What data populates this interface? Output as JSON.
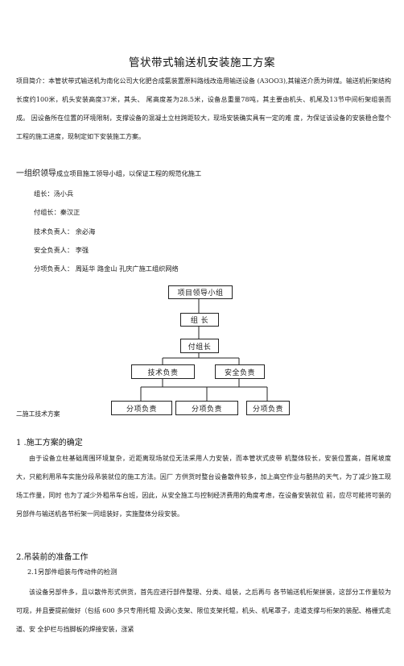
{
  "title": "管状带式输送机安装施工方案",
  "intro": "项目简介：本管状带式输送机为南化公司大化肥合成氨装置原料路线改造用输送设备  (A3OO3),其输送介质为碎煤。输送机桁架结构长度约100米，机头安装高度37米，其头、 尾高度差为28.5米，设备总重量78吨，其主要由机头、机尾及13节中间桁架组装而成。 因设备所在位置的环境限制，支撑设备的混凝土立柱跨距较大，现场安装确实具有一定的难  度，为保证该设备的安装稳合整个工程的施工进度，现制定如下安装施工方案。",
  "section1": {
    "heading_large": "一组织领导",
    "heading_rest": "成立项目施工领导小组，以保证工程的规范化施工",
    "lines": [
      "组长：汤小兵",
      "付组长：秦汉正",
      "技术负责人：    余必海",
      "安全负责人：    李强",
      "分项负责人：    周延华  路金山  孔庆广施工组织网络"
    ]
  },
  "org_chart": {
    "root": "项目领导小组",
    "leader": "组    长",
    "deputy": "付组长",
    "middle": [
      "技术负责",
      "安全负责"
    ],
    "bottom": [
      "分项负责",
      "分项负责",
      "分项负责"
    ]
  },
  "section2_label": "二施工技术方案",
  "section2_1": {
    "heading": "1 .施工方案的确定",
    "text": "由于设备立柱基础周围环境复杂，近距离现场就位无法采用人力安装，而本管状式皮带  机整体较长，安装位置高，首尾坡度大，只能利用吊车实施分段吊装就位的施工方法。因厂  方供货时整台设备散件较多，加上高空作业与酷热的天气，为了减少施工现场工作量，同时  也为了减少外租吊车台班，因此，从安全施工与控制经济费用的角度考虑，在设备安装就位  前，应尽可能将可装的另部件与输送机各节桁架一同组装好，实施整体分段安装。"
  },
  "section2_2": {
    "heading": "2.吊装前的准备工作",
    "sub_heading": "2.1另部件组装与传动件的检测",
    "text": "该设备另部件多，且以散件形式供货，首先应进行部件整理、分类、组装，之后再与  各节输送机桁架拼装，这部分工作量较为可观，并且要提前做好（包括 600 多只专用托辊  及调心支架、限位支架托辊，机头、机尾罩子，走道支撑与桁架的装配、格栅式走道、安  全护栏与挡脚板的焊接安装，涨紧"
  }
}
